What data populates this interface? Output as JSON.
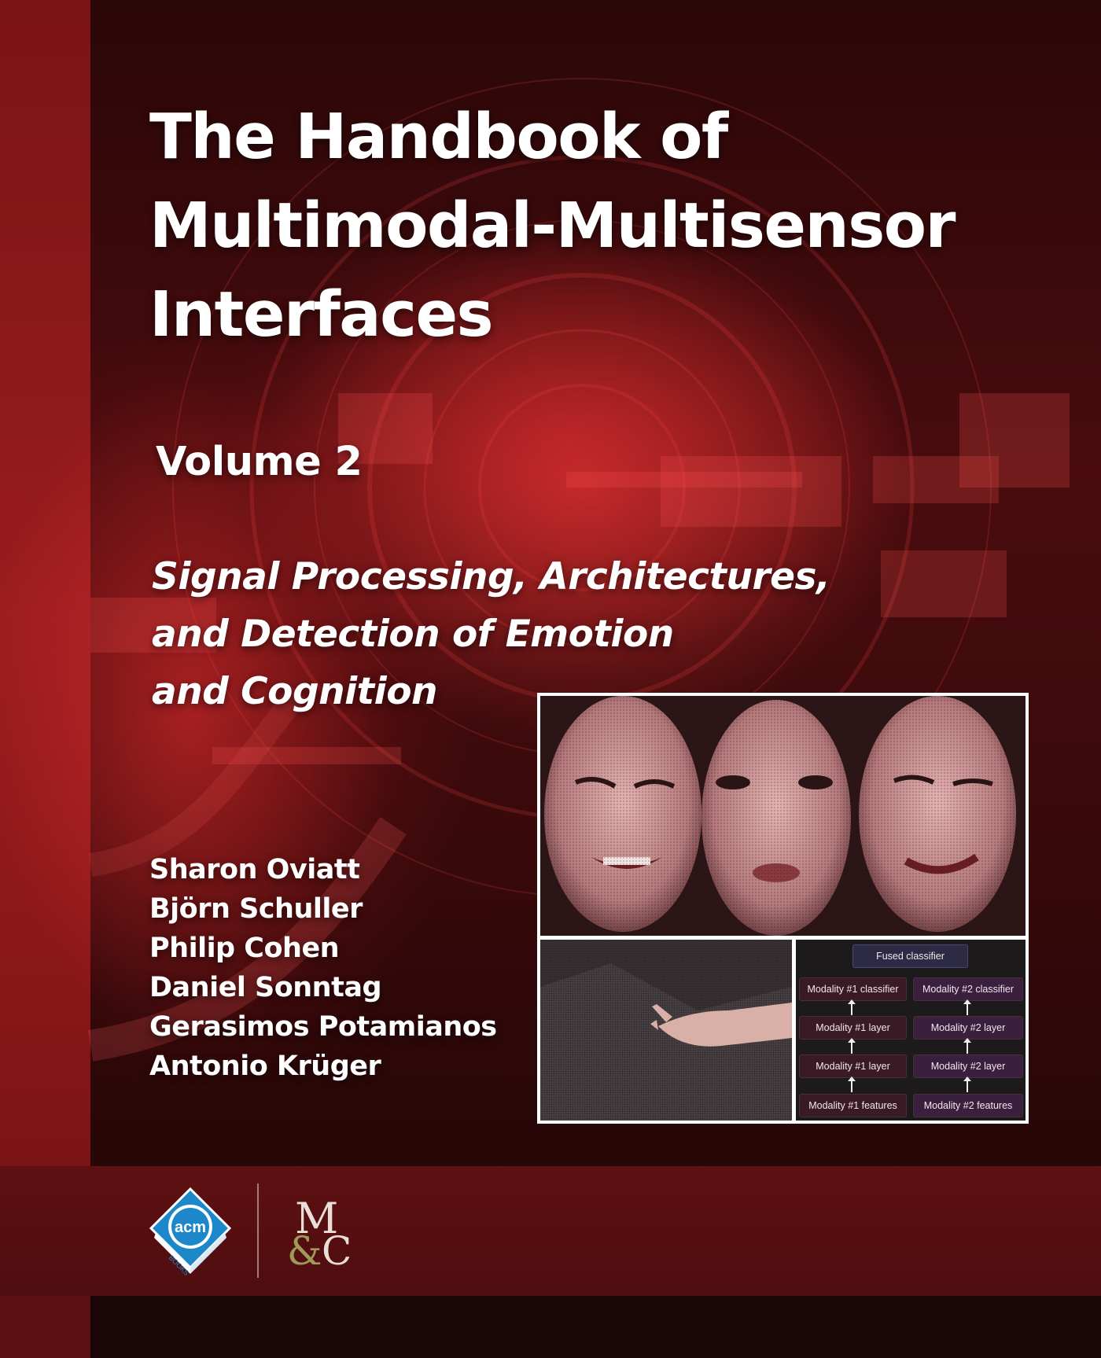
{
  "title_lines": [
    "The Handbook of",
    "Multimodal-Multisensor",
    "Interfaces"
  ],
  "volume": "Volume 2",
  "subtitle_lines": [
    "Signal Processing, Architectures,",
    "and Detection of Emotion",
    "and Cognition"
  ],
  "authors": [
    "Sharon Oviatt",
    "Björn Schuller",
    "Philip Cohen",
    "Daniel Sonntag",
    "Gerasimos Potamianos",
    "Antonio Krüger"
  ],
  "architecture": {
    "fused": "Fused classifier",
    "m1_classifier": "Modality #1 classifier",
    "m2_classifier": "Modality #2 classifier",
    "m1_layer": "Modality #1 layer",
    "m2_layer": "Modality #2 layer",
    "m1_features": "Modality #1 features",
    "m2_features": "Modality #2 features"
  },
  "logos": {
    "acm_text": "acm",
    "acm_sub": "BOOKS",
    "publisher_letters": "M&C"
  },
  "colors": {
    "accent_red": "#9a1c1f",
    "dark_red": "#2a0708",
    "band": "#5e1012"
  }
}
